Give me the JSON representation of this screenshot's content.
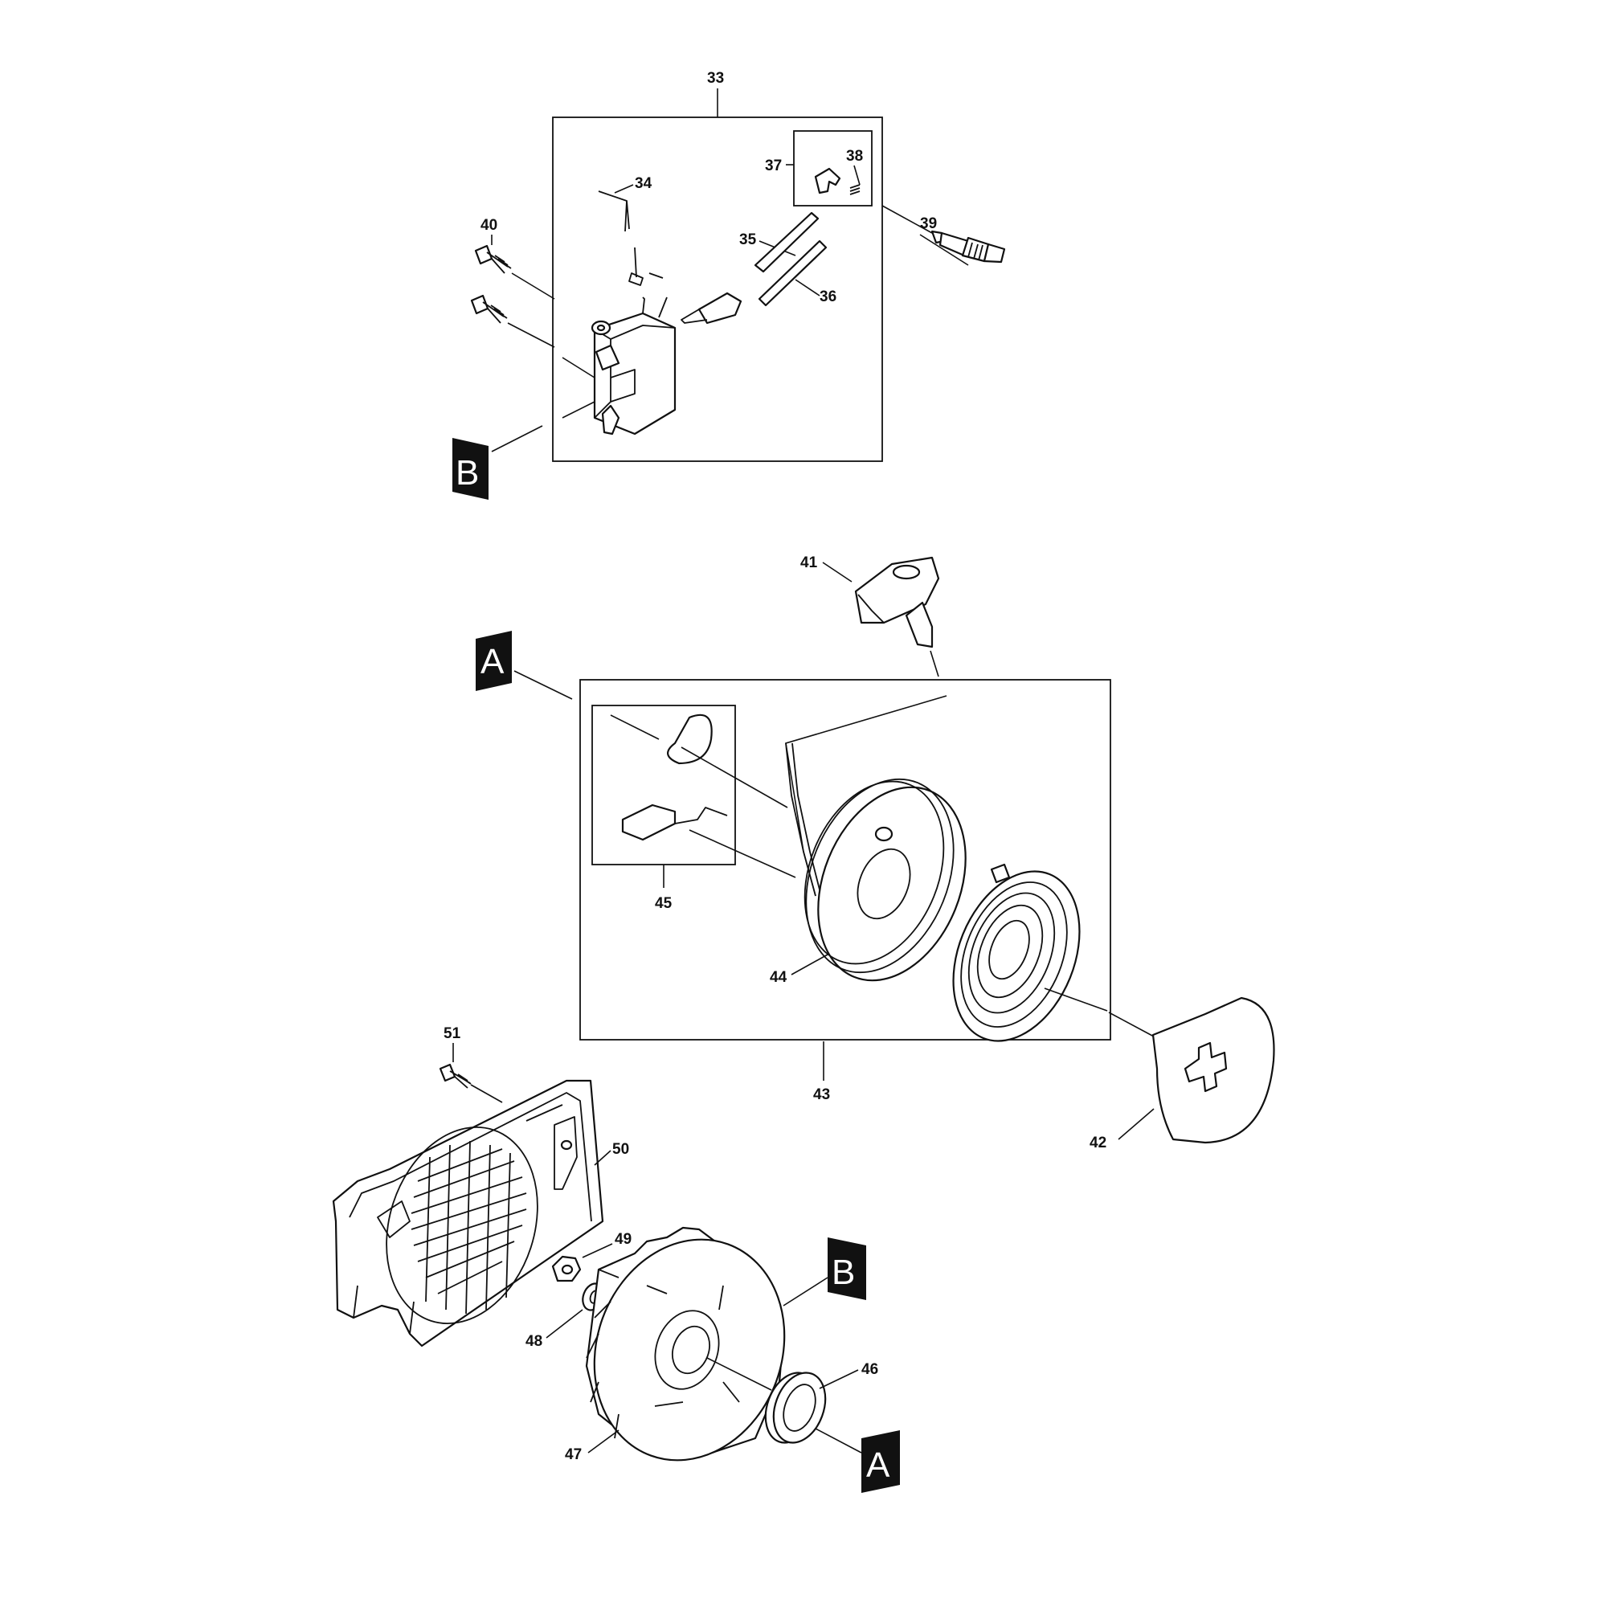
{
  "callouts": {
    "c33": "33",
    "c34": "34",
    "c35": "35",
    "c36": "36",
    "c37": "37",
    "c38": "38",
    "c39": "39",
    "c40": "40",
    "c41": "41",
    "c42": "42",
    "c43": "43",
    "c44": "44",
    "c45": "45",
    "c46": "46",
    "c47": "47",
    "c48": "48",
    "c49": "49",
    "c50": "50",
    "c51": "51"
  },
  "tags": {
    "a": "A",
    "b": "B"
  },
  "colors": {
    "ink": "#111111",
    "background": "#ffffff",
    "tag_fill": "#111111",
    "tag_text": "#ffffff"
  }
}
